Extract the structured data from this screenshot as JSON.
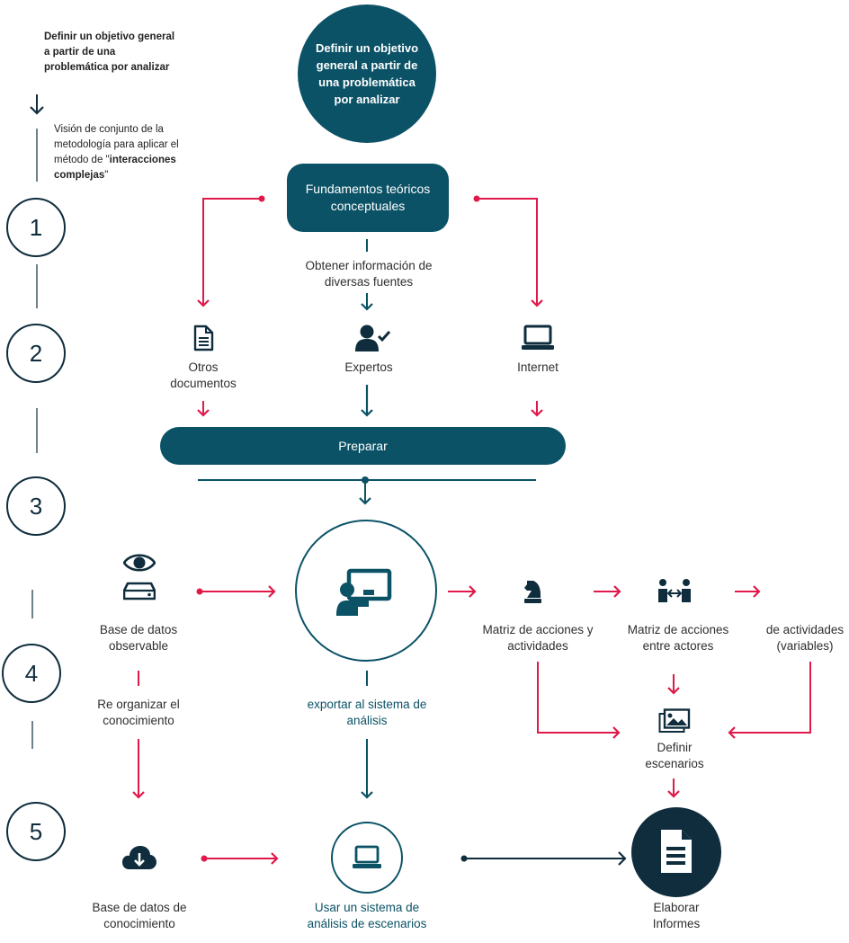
{
  "intro": {
    "objective_note": "Definir un objetivo general a partir de una problemática por analizar",
    "overview_note_prefix": "Visión de conjunto de la metodología para aplicar el método de \"",
    "overview_note_bold": "interacciones complejas",
    "overview_note_suffix": "\""
  },
  "steps": [
    "1",
    "2",
    "3",
    "4",
    "5"
  ],
  "nodes": {
    "objective": "Definir un objetivo general a partir de una problemática por analizar",
    "fundamentos": "Fundamentos teóricos conceptuales",
    "obtener": "Obtener información de diversas fuentes",
    "otros_documentos": "Otros documentos",
    "expertos": "Expertos",
    "internet": "Internet",
    "preparar": "Preparar",
    "base_observable": "Base de datos observable",
    "reorganizar": "Re organizar el conocimiento",
    "exportar": "exportar al sistema de análisis",
    "matriz_actividades": "Matriz de acciones y actividades",
    "matriz_actores": "Matriz de acciones entre actores",
    "actividades_variables": "de actividades (variables)",
    "definir_escenarios": "Definir escenarios",
    "base_conocimiento": "Base de datos de conocimiento",
    "usar_sistema": "Usar un sistema de análisis de escenarios",
    "elaborar_informes": "Elaborar Informes"
  },
  "icons": {
    "objective_arrow": "arrow-down-icon",
    "otros_documentos": "document-icon",
    "expertos": "expert-user-check-icon",
    "internet": "laptop-icon",
    "base_observable": "eye-database-icon",
    "center": "presentation-board-icon",
    "matriz_actividades": "chess-knight-icon",
    "matriz_actores": "handshake-arrows-icon",
    "definir_escenarios": "image-gallery-icon",
    "base_conocimiento": "cloud-download-icon",
    "usar_sistema": "laptop-icon",
    "elaborar_informes": "report-document-icon"
  },
  "colors": {
    "teal": "#0b5266",
    "dark_navy": "#0f2d3d",
    "pink": "#e0194a",
    "text": "#2f2f2f"
  }
}
